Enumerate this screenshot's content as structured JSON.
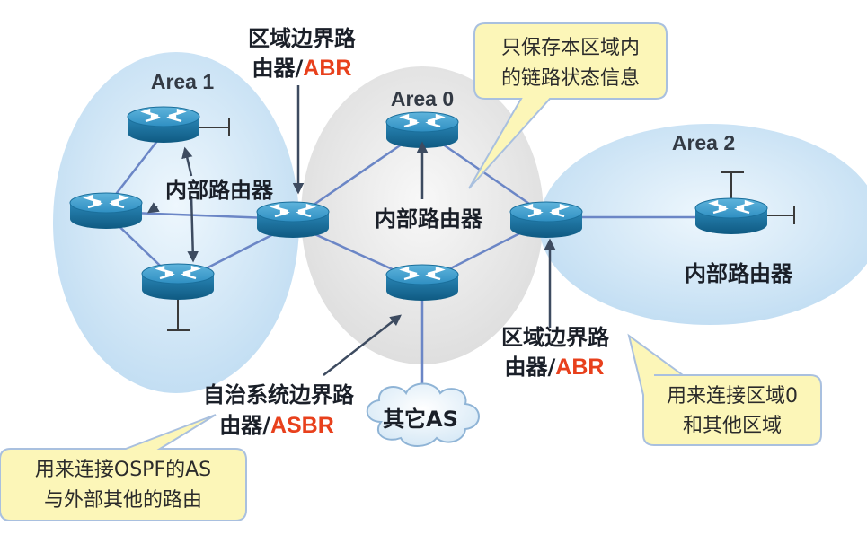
{
  "areas": {
    "area1": "Area 1",
    "area0": "Area 0",
    "area2": "Area 2"
  },
  "labels": {
    "abr_top_line1": "区域边界路",
    "abr_top_line2_prefix": "由器/",
    "abr_top_red": "ABR",
    "internal_area1": "内部路由器",
    "internal_area0": "内部路由器",
    "internal_area2": "内部路由器",
    "abr_bottom_line1": "区域边界路",
    "abr_bottom_line2_prefix": "由器/",
    "abr_bottom_red": "ABR",
    "asbr_line1": "自治系统边界路",
    "asbr_line2_prefix": "由器/",
    "asbr_red": "ASBR",
    "cloud": "其它AS"
  },
  "callouts": {
    "area_info": [
      "只保存本区域内",
      "的链路状态信息"
    ],
    "abr_note": [
      "用来连接区域0",
      "和其他区域"
    ],
    "asbr_note": [
      "用来连接OSPF的AS",
      "与外部其他的路由"
    ]
  },
  "colors": {
    "area_fill": "#cfe6f8",
    "backbone_fill": "#e6e6e6",
    "router_body": "#1a6f9c",
    "router_top": "#3f9bca",
    "accent_red": "#e8401c",
    "callout_fill": "#fcf6b8"
  },
  "icons": {
    "router": "router-icon",
    "cloud": "cloud-icon",
    "arrow": "arrow-icon"
  }
}
